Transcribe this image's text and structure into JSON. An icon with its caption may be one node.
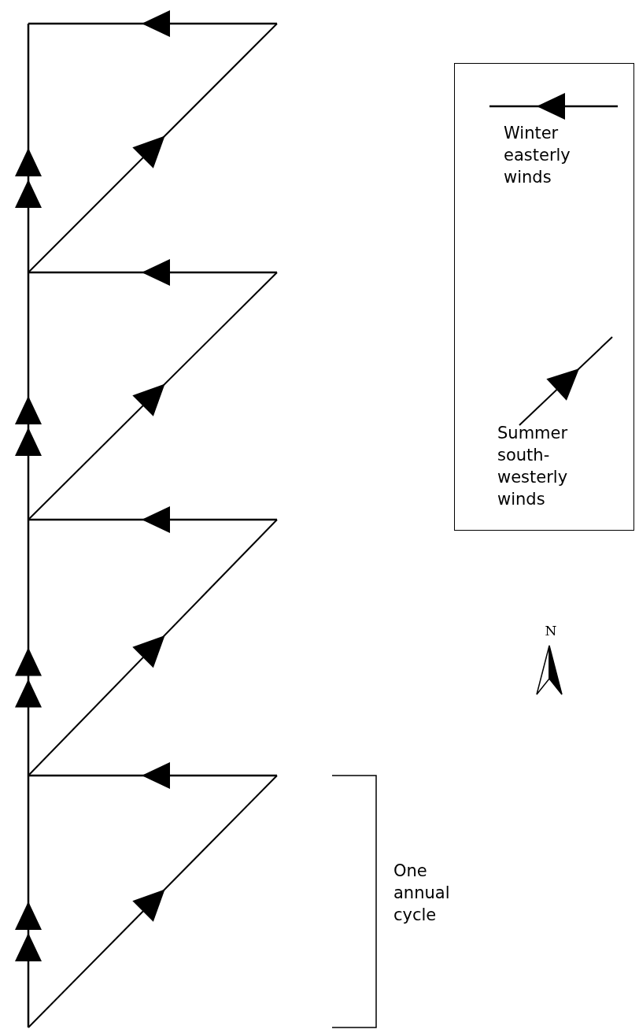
{
  "diagram": {
    "labels": [
      "N",
      "One annual cycle"
    ],
    "legend": [
      {
        "text": "Winter easterly winds"
      },
      {
        "text": "Summer south-westerly winds"
      }
    ]
  }
}
